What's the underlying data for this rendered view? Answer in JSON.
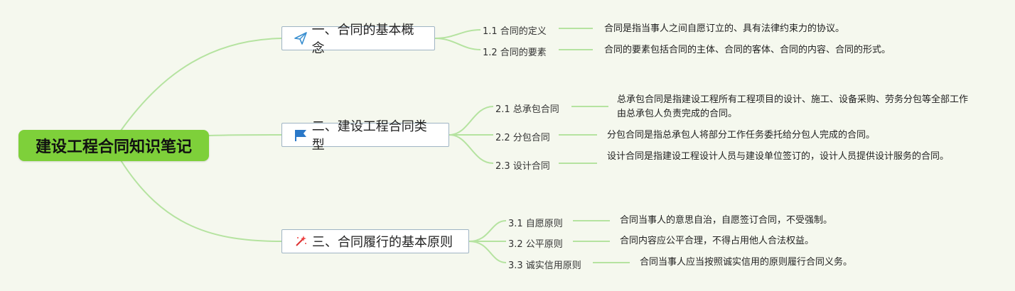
{
  "root": {
    "title": "建设工程合同知识笔记"
  },
  "branches": [
    {
      "title": "一、合同的基本概念",
      "icon": "paper-plane-icon",
      "items": [
        {
          "label": "1.1 合同的定义",
          "text": "合同是指当事人之间自愿订立的、具有法律约束力的协议。"
        },
        {
          "label": "1.2 合同的要素",
          "text": "合同的要素包括合同的主体、合同的客体、合同的内容、合同的形式。"
        }
      ]
    },
    {
      "title": "二、建设工程合同类型",
      "icon": "flag-icon",
      "items": [
        {
          "label": "2.1 总承包合同",
          "text": "总承包合同是指建设工程所有工程项目的设计、施工、设备采购、劳务分包等全部工作由总承包人负责完成的合同。"
        },
        {
          "label": "2.2 分包合同",
          "text": "分包合同是指总承包人将部分工作任务委托给分包人完成的合同。"
        },
        {
          "label": "2.3 设计合同",
          "text": "设计合同是指建设工程设计人员与建设单位签订的，设计人员提供设计服务的合同。"
        }
      ]
    },
    {
      "title": "三、合同履行的基本原则",
      "icon": "magic-wand-icon",
      "items": [
        {
          "label": "3.1 自愿原则",
          "text": "合同当事人的意思自治，自愿签订合同，不受强制。"
        },
        {
          "label": "3.2 公平原则",
          "text": "合同内容应公平合理，不得占用他人合法权益。"
        },
        {
          "label": "3.3 诚实信用原则",
          "text": "合同当事人应当按照诚实信用的原则履行合同义务。"
        }
      ]
    }
  ],
  "colors": {
    "root": "#7ed03a",
    "line": "#b5e3a0",
    "background": "#f5f8ee"
  }
}
